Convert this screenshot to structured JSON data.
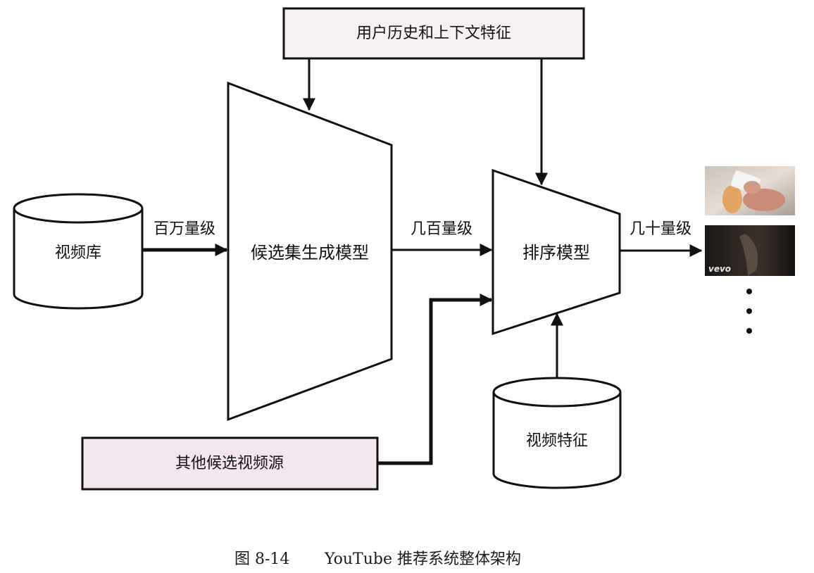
{
  "nodes": {
    "user_history": "用户历史和上下文特征",
    "video_corpus": "视频库",
    "candidate_model": "候选集生成模型",
    "ranking_model": "排序模型",
    "other_sources": "其他候选视频源",
    "video_features": "视频特征"
  },
  "edges": {
    "millions": "百万量级",
    "hundreds": "几百量级",
    "dozens": "几十量级"
  },
  "outputs": {
    "vevo_logo": "vevo",
    "more": "⋮"
  },
  "caption": {
    "number": "图 8-14",
    "title": "YouTube 推荐系统整体架构"
  }
}
